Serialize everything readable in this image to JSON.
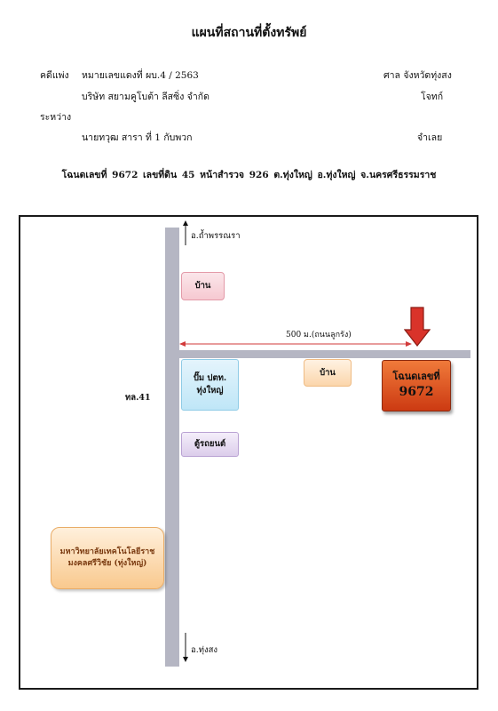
{
  "document": {
    "title": "แผนที่สถานที่ตั้งทรัพย์",
    "case_label": "คดีแพ่ง",
    "case_number": "หมายเลขแดงที่  ผบ.4 / 2563",
    "court": "ศาล จังหวัดทุ่งสง",
    "plaintiff": "บริษัท สยามคูโบต้า ลีสซิ่ง จำกัด",
    "plaintiff_role": "โจทก์",
    "between_label": "ระหว่าง",
    "defendant": "นายทวุฒ  สารา  ที่ 1 กับพวก",
    "defendant_role": "จำเลย",
    "deed_line": "โฉนดเลขที่   9672   เลขที่ดิน   45   หน้าสำรวจ   926   ต.ทุ่งใหญ่   อ.ทุ่งใหญ่   จ.นครศรีธรรมราช"
  },
  "map": {
    "north_label": "อ.ถ้ำพรรณรา",
    "south_label": "อ.ทุ่งสง",
    "highway_label": "ทล.41",
    "distance_label": "500 ม.(ถนนลูกรัง)",
    "house_top": "บ้าน",
    "pump_label_1": "ปั๊ม ปตท.",
    "pump_label_2": "ทุ่งใหญ่",
    "house_right": "บ้าน",
    "deed_box_label": "โฉนดเลขที่",
    "deed_box_number": "9672",
    "cabinet_label": "ตู้รถยนต์",
    "university_line1": "มหาวิทยาลัยเทคโนโลยีราช",
    "university_line2": "มงคลศรีวิชัย (ทุ่งใหญ่)"
  },
  "colors": {
    "road": "#b5b6c3",
    "distance_arrow": "#d23a3a",
    "marker_arrow": "#d9332a",
    "deed_box": "#d9501e"
  },
  "icons": [
    "arrow-up-icon",
    "arrow-down-icon",
    "distance-arrow-icon",
    "location-marker-arrow-icon"
  ]
}
